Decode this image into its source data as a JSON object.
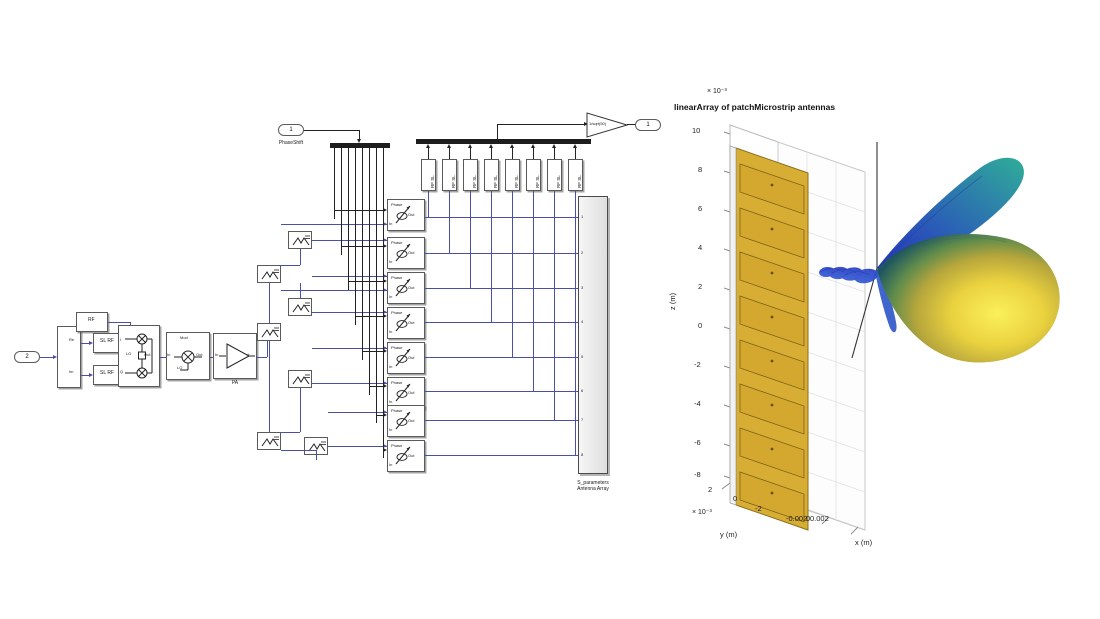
{
  "figure": {
    "title": "linearArray of patchMicrostrip antennas",
    "axes": {
      "z": {
        "label": "z (m)",
        "exponent": "× 10⁻³",
        "ticks": [
          "10",
          "8",
          "6",
          "4",
          "2",
          "0",
          "-2",
          "-4",
          "-6",
          "-8"
        ]
      },
      "y": {
        "label": "y (m)",
        "exponent": "× 10⁻³",
        "ticks": [
          "2",
          "0",
          "-2"
        ]
      },
      "x": {
        "label": "x (m)",
        "ticks": [
          "-0.002",
          "0",
          "0.002"
        ]
      }
    },
    "array": {
      "element_count": 8,
      "element_type": "patchMicrostrip",
      "color": "#d8ad34"
    },
    "pattern": {
      "name": "radiation-pattern-3d",
      "main_lobe_color": "#f2e24a",
      "side_lobe_color": "#2f7fb5",
      "back_lobe_color": "#2b49c6"
    }
  },
  "model": {
    "input_ports": [
      {
        "name": "phaseshift-input-port",
        "number": "1",
        "label": "PhaseShift"
      },
      {
        "name": "baseband-input-port",
        "number": "2",
        "label": ""
      }
    ],
    "output_ports": [
      {
        "name": "rf-output-port",
        "number": "1",
        "label": ""
      }
    ],
    "complex_split": {
      "re": "Re",
      "im": "Im"
    },
    "sl_rf_blocks": [
      {
        "label": "SL RF"
      },
      {
        "label": "SL RF"
      }
    ],
    "rf_source": {
      "label": "RF"
    },
    "iq_modulator": {
      "i": "I",
      "q": "Q",
      "lo": "LO",
      "out": "Out"
    },
    "mixer": {
      "title": "Mod",
      "in": "In",
      "lo": "LO",
      "out": "Out"
    },
    "amplifier": {
      "in": "In",
      "out": "Out",
      "caption": "PA"
    },
    "phase_shifters": [
      {
        "title": "Phase",
        "in": "In",
        "out": "Out"
      },
      {
        "title": "Phase",
        "in": "In",
        "out": "Out"
      },
      {
        "title": "Phase",
        "in": "In",
        "out": "Out"
      },
      {
        "title": "Phase",
        "in": "In",
        "out": "Out"
      },
      {
        "title": "Phase",
        "in": "In",
        "out": "Out"
      },
      {
        "title": "Phase",
        "in": "In",
        "out": "Out"
      },
      {
        "title": "Phase",
        "in": "In",
        "out": "Out"
      },
      {
        "title": "Phase",
        "in": "In",
        "out": "Out"
      }
    ],
    "splitters": [
      {
        "label": "splitter"
      },
      {
        "label": "splitter"
      },
      {
        "label": "splitter"
      },
      {
        "label": "splitter"
      },
      {
        "label": "splitter"
      },
      {
        "label": "splitter"
      },
      {
        "label": "splitter"
      }
    ],
    "sl_sensor_blocks": [
      {
        "label": "RF SL"
      },
      {
        "label": "RF SL"
      },
      {
        "label": "RF SL"
      },
      {
        "label": "RF SL"
      },
      {
        "label": "RF SL"
      },
      {
        "label": "RF SL"
      },
      {
        "label": "RF SL"
      },
      {
        "label": "RF SL"
      }
    ],
    "gain": {
      "label": "1/sqrt(50)"
    },
    "antenna_array": {
      "caption": "S_parameters\nAntenna Array",
      "ports": [
        "1",
        "2",
        "3",
        "4",
        "5",
        "6",
        "7",
        "8"
      ]
    }
  }
}
